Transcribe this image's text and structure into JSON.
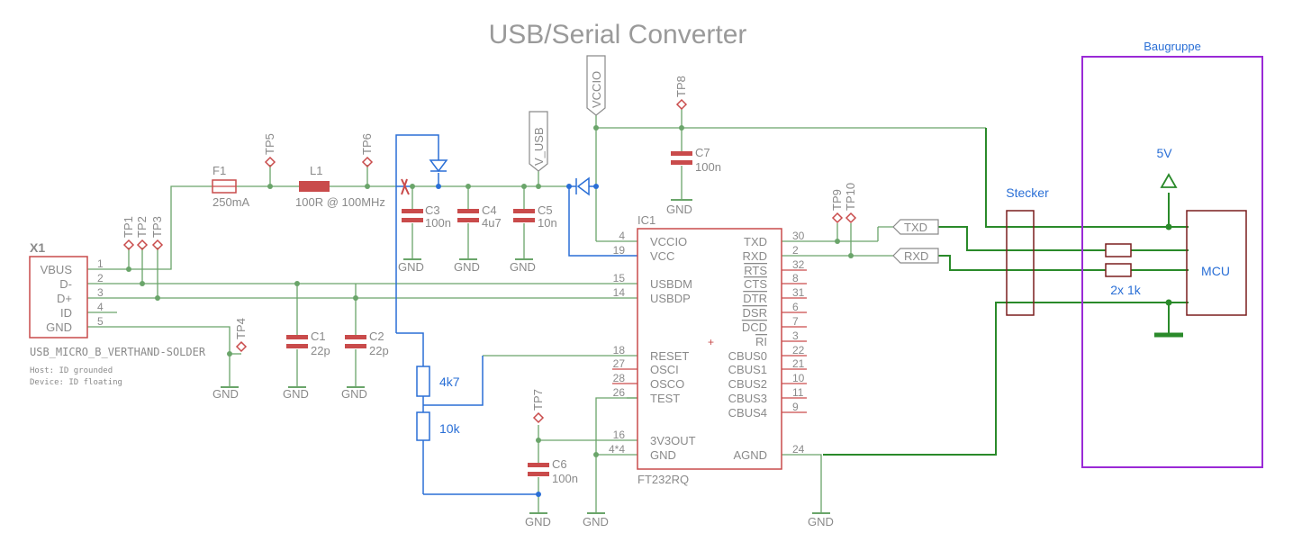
{
  "title": "USB/Serial Converter",
  "colors": {
    "net": "#6aa56a",
    "part": "#c94b4b",
    "text": "#8a8a8a",
    "highlight": "#2a6fd6",
    "bus": "#2a8a2a",
    "frame": "#9a2ad6",
    "mcu": "#7a1e1e"
  },
  "connector": {
    "ref": "X1",
    "value": "USB_MICRO_B_VERTHAND-SOLDER",
    "note1": "Host: ID grounded",
    "note2": "Device: ID floating",
    "pins": [
      {
        "name": "VBUS",
        "num": "1"
      },
      {
        "name": "D-",
        "num": "2"
      },
      {
        "name": "D+",
        "num": "3"
      },
      {
        "name": "ID",
        "num": "4"
      },
      {
        "name": "GND",
        "num": "5"
      }
    ]
  },
  "testpoints": {
    "tp1": "TP1",
    "tp2": "TP2",
    "tp3": "TP3",
    "tp4": "TP4",
    "tp5": "TP5",
    "tp6": "TP6",
    "tp7": "TP7",
    "tp8": "TP8",
    "tp9": "TP9",
    "tp10": "TP10"
  },
  "fuse": {
    "ref": "F1",
    "value": "250mA"
  },
  "ferrite": {
    "ref": "L1",
    "value": "100R @ 100MHz"
  },
  "caps": {
    "c1": {
      "ref": "C1",
      "value": "22p"
    },
    "c2": {
      "ref": "C2",
      "value": "22p"
    },
    "c3": {
      "ref": "C3",
      "value": "100n"
    },
    "c4": {
      "ref": "C4",
      "value": "4u7"
    },
    "c5": {
      "ref": "C5",
      "value": "10n"
    },
    "c6": {
      "ref": "C6",
      "value": "100n"
    },
    "c7": {
      "ref": "C7",
      "value": "100n"
    }
  },
  "resistors": {
    "r1": "4k7",
    "r2": "10k",
    "pair": "2x 1k"
  },
  "supplies": {
    "vccio": "VCCIO",
    "vusb": "V_USB",
    "gnd": "GND",
    "fivev": "5V"
  },
  "ic": {
    "ref": "IC1",
    "value": "FT232RQ",
    "left": [
      {
        "name": "VCCIO",
        "num": "4"
      },
      {
        "name": "VCC",
        "num": "19"
      },
      {
        "name": "USBDM",
        "num": "15"
      },
      {
        "name": "USBDP",
        "num": "14"
      },
      {
        "name": "RESET",
        "num": "18"
      },
      {
        "name": "OSCI",
        "num": "27"
      },
      {
        "name": "OSCO",
        "num": "28"
      },
      {
        "name": "TEST",
        "num": "26"
      },
      {
        "name": "3V3OUT",
        "num": "16"
      },
      {
        "name": "GND",
        "num": "4*4"
      }
    ],
    "right": [
      {
        "name": "TXD",
        "num": "30"
      },
      {
        "name": "RXD",
        "num": "2"
      },
      {
        "name": "RTS",
        "num": "32"
      },
      {
        "name": "CTS",
        "num": "8"
      },
      {
        "name": "DTR",
        "num": "31"
      },
      {
        "name": "DSR",
        "num": "6"
      },
      {
        "name": "DCD",
        "num": "7"
      },
      {
        "name": "RI",
        "num": "3"
      },
      {
        "name": "CBUS0",
        "num": "22"
      },
      {
        "name": "CBUS1",
        "num": "21"
      },
      {
        "name": "CBUS2",
        "num": "10"
      },
      {
        "name": "CBUS3",
        "num": "11"
      },
      {
        "name": "CBUS4",
        "num": "9"
      },
      {
        "name": "AGND",
        "num": "24"
      }
    ]
  },
  "nets": {
    "txd": "TXD",
    "rxd": "RXD"
  },
  "module": {
    "label": "Baugruppe",
    "connector": "Stecker",
    "mcu": "MCU"
  }
}
